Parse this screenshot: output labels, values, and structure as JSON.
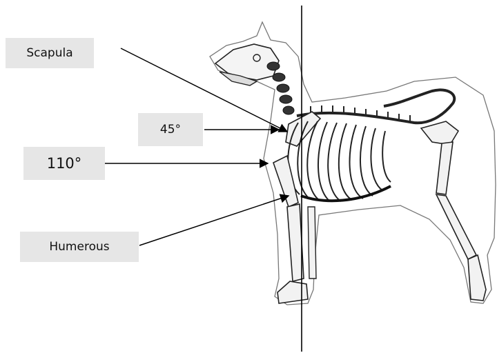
{
  "labels": {
    "scapula": "Scapula",
    "angle_45": "45°",
    "angle_110": "110°",
    "humerous": "Humerous"
  },
  "colors": {
    "label_background": "#e6e6e6",
    "line": "#000000"
  }
}
